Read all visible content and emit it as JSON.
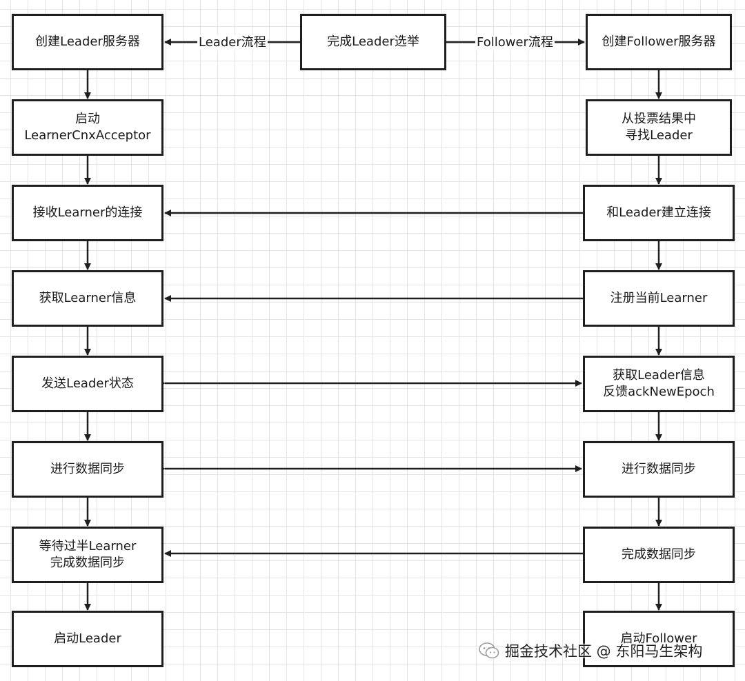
{
  "colors": {
    "stroke": "#1e1e1e",
    "grid": "#e4e4e4",
    "background": "#ffffff"
  },
  "top_node": "完成Leader选举",
  "edge_labels": {
    "to_leader": "Leader流程",
    "to_follower": "Follower流程"
  },
  "leader_column": [
    "创建Leader服务器",
    "启动\nLearnerCnxAcceptor",
    "接收Learner的连接",
    "获取Learner信息",
    "发送Leader状态",
    "进行数据同步",
    "等待过半Learner\n完成数据同步",
    "启动Leader"
  ],
  "follower_column": [
    "创建Follower服务器",
    "从投票结果中\n寻找Leader",
    "和Leader建立连接",
    "注册当前Learner",
    "获取Leader信息\n反馈ackNewEpoch",
    "进行数据同步",
    "完成数据同步",
    "启动Follower"
  ],
  "watermark": {
    "text": "掘金技术社区 @ 东阳马生架构",
    "icon": "wechat-icon"
  }
}
